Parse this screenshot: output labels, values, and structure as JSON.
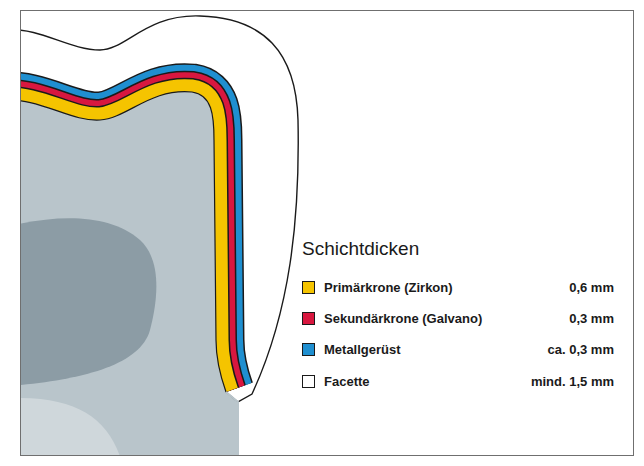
{
  "diagram": {
    "title": "Schichtdicken",
    "labels": [
      "0,6 mm",
      "0,3 mm",
      "ca. 0,3 mm",
      "mind. 1,5 mm"
    ],
    "legend": [
      {
        "text": "Primärkrone (Zirkon)",
        "color": "#f5c400"
      },
      {
        "text": "Sekundärkrone (Galvano)",
        "color": "#d8173f"
      },
      {
        "text": "Metallgerüst",
        "color": "#1f8fd0"
      },
      {
        "text": "Facette",
        "color": "#ffffff"
      }
    ]
  }
}
